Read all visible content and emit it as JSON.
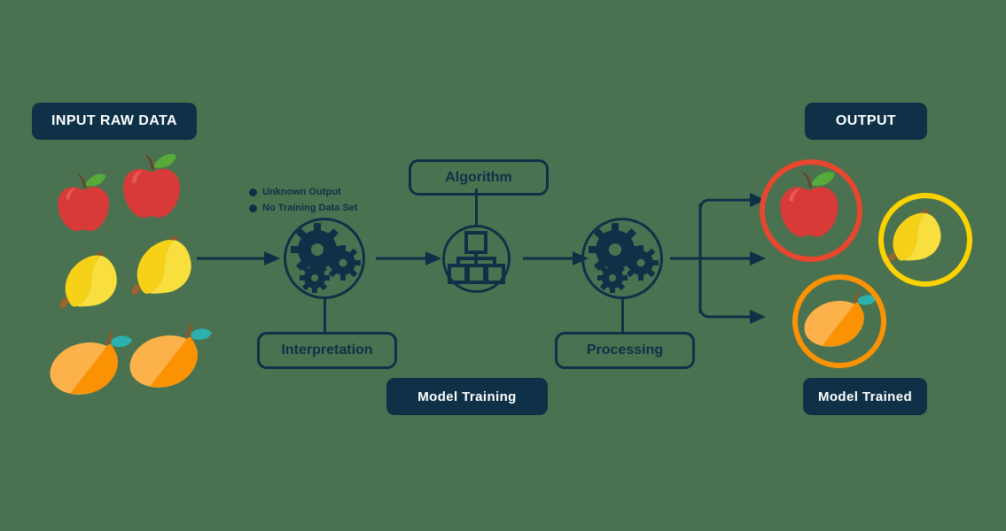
{
  "diagram": {
    "title_badges": {
      "input": "INPUT RAW DATA",
      "output": "OUTPUT",
      "model_training": "Model Training",
      "model_trained": "Model Trained"
    },
    "legend": {
      "items": [
        {
          "label": "Unknown Output",
          "bullet": "bullet-dot"
        },
        {
          "label": "No Training Data Set",
          "bullet": "bullet-dot"
        }
      ]
    },
    "stages": [
      {
        "id": "interpretation",
        "label": "Interpretation",
        "icon": "gears-icon",
        "label_position": "below"
      },
      {
        "id": "algorithm",
        "label": "Algorithm",
        "icon": "hierarchy-icon",
        "label_position": "above"
      },
      {
        "id": "processing",
        "label": "Processing",
        "icon": "gears-icon",
        "label_position": "below"
      }
    ],
    "input_items": [
      {
        "name": "apple",
        "icon": "apple-icon"
      },
      {
        "name": "apple",
        "icon": "apple-icon"
      },
      {
        "name": "banana",
        "icon": "banana-icon"
      },
      {
        "name": "banana",
        "icon": "banana-icon"
      },
      {
        "name": "mango",
        "icon": "mango-icon"
      },
      {
        "name": "mango",
        "icon": "mango-icon"
      }
    ],
    "output_items": [
      {
        "name": "apple",
        "icon": "apple-icon",
        "ring_color": "#e8462e"
      },
      {
        "name": "banana",
        "icon": "banana-icon",
        "ring_color": "#fcd300"
      },
      {
        "name": "mango",
        "icon": "mango-icon",
        "ring_color": "#fb9204"
      }
    ],
    "colors": {
      "background": "#4a7250",
      "ink": "#0e3148",
      "badge_bg": "#0e3148",
      "badge_text": "#ffffff",
      "apple_ring": "#e8462e",
      "banana_ring": "#fcd300",
      "mango_ring": "#fb9204"
    }
  }
}
